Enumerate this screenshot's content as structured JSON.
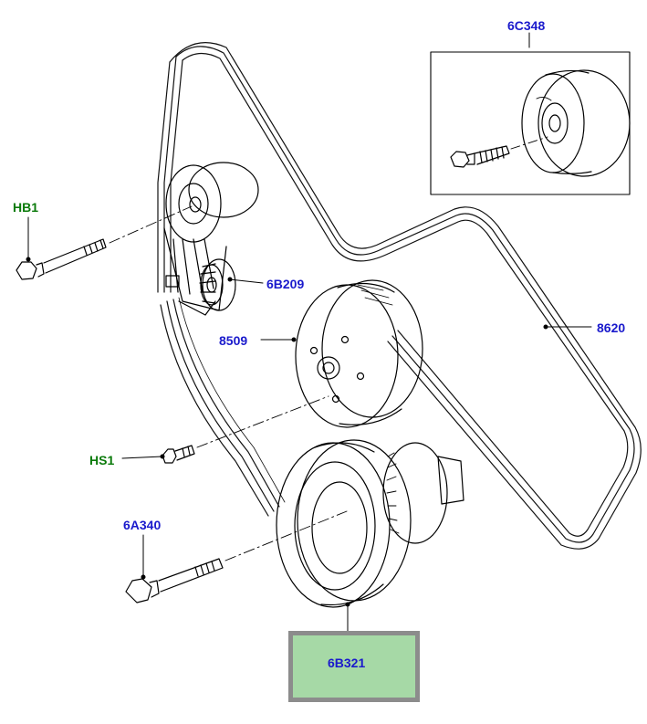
{
  "labels": {
    "p_6C348": "6C348",
    "p_HB1": "HB1",
    "p_6B209": "6B209",
    "p_8509": "8509",
    "p_8620": "8620",
    "p_HS1": "HS1",
    "p_6A340": "6A340",
    "p_6B321": "6B321"
  },
  "colors": {
    "part_number_blue": "#1a1acc",
    "fixing_green": "#0a7a0a",
    "selected_fill": "#a6d9a6",
    "selected_border": "#8c8c8c",
    "line_art": "#000000"
  }
}
